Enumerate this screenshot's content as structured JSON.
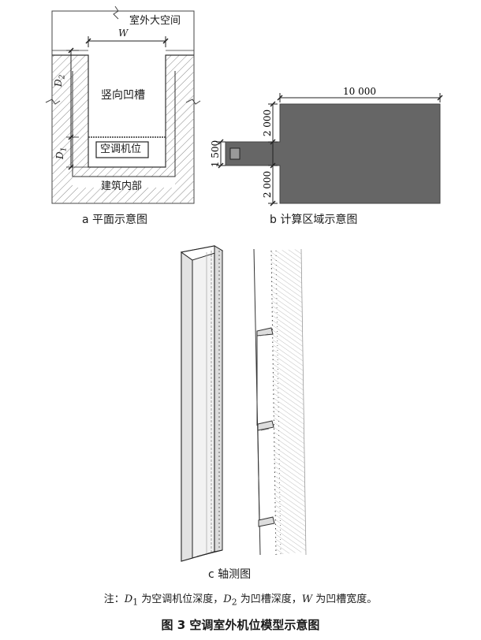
{
  "panel_a": {
    "outdoor": "室外大空间",
    "slot": "竖向凹槽",
    "ac_unit": "空调机位",
    "indoor": "建筑内部",
    "dim_w": "W",
    "dim_d2": "D",
    "dim_d2_sub": "2",
    "dim_d1": "D",
    "dim_d1_sub": "1",
    "caption": "a  平面示意图"
  },
  "panel_b": {
    "dim_top": "10 000",
    "dim_upper": "2 000",
    "dim_mid": "1 500",
    "dim_lower": "2 000",
    "caption": "b  计算区域示意图",
    "fill_color": "#666666"
  },
  "panel_c": {
    "caption": "c  轴测图"
  },
  "note": {
    "prefix": "注：",
    "d1": "D",
    "d1_sub": "1",
    "t1": " 为空调机位深度，",
    "d2": "D",
    "d2_sub": "2",
    "t2": " 为凹槽深度，",
    "w": "W",
    "t3": " 为凹槽宽度。"
  },
  "figure_caption": "图 3    空调室外机位模型示意图"
}
